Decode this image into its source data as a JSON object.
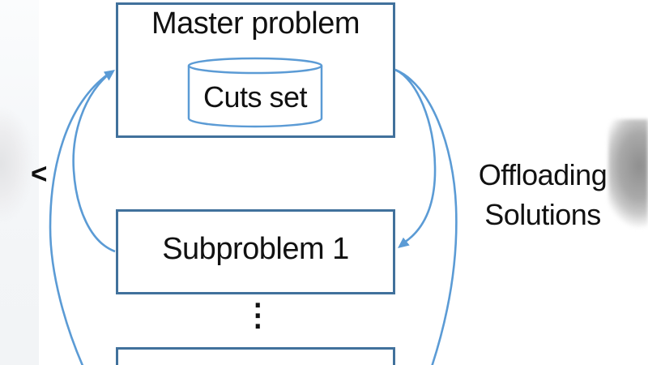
{
  "figure": {
    "master": {
      "label": "Master problem"
    },
    "cuts_store": {
      "label": "Cuts set"
    },
    "subproblem1": {
      "label": "Subproblem 1"
    },
    "more_subproblems_ellipsis": "⋮",
    "right_annotation": {
      "line1": "Offloading",
      "line2": "Solutions"
    },
    "left_edge_fragment": "<"
  },
  "colors": {
    "arrow_blue": "#5B9BD5",
    "box_border_blue": "#41719C",
    "text_black": "#111111",
    "watermark_gray": "#9a9a9a"
  }
}
